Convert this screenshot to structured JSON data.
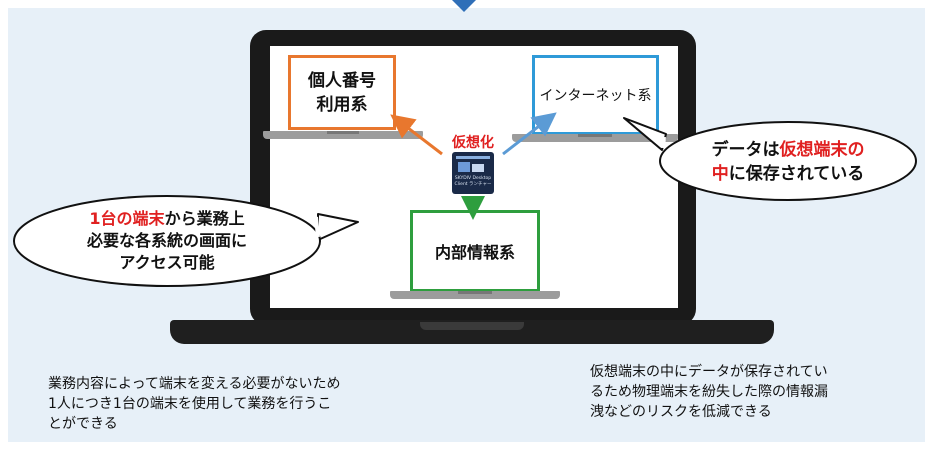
{
  "systems": {
    "personal_number": {
      "label": "個人番号\n利用系",
      "color": "#e8772e"
    },
    "internet": {
      "label": "インターネット系",
      "color": "#2e9ad8"
    },
    "internal": {
      "label": "内部情報系",
      "color": "#2e9e3e"
    }
  },
  "center": {
    "label": "仮想化",
    "icon_title": "SKYDIV Desktop",
    "icon_subtitle": "Client ランチャー"
  },
  "bubble_left": {
    "line1_highlight": "1台の端末",
    "line1_rest": "から業務上",
    "line2": "必要な各系統の画面に",
    "line3": "アクセス可能"
  },
  "bubble_right": {
    "line1_prefix": "データは",
    "line1_highlight": "仮想端末の",
    "line2_highlight": "中",
    "line2_rest": "に保存されている"
  },
  "caption_left": "業務内容によって端末を変える必要がないため\n1人につき1台の端末を使用して業務を行うこ\nとができる",
  "caption_right": "仮想端末の中にデータが保存されてい\nるため物理端末を紛失した際の情報漏\n洩などのリスクを低減できる",
  "colors": {
    "panel_bg": "#e7f0f8",
    "highlight": "#e02020",
    "arrow_orange": "#e8772e",
    "arrow_blue": "#5b9bd5",
    "arrow_green": "#2e9e3e"
  }
}
